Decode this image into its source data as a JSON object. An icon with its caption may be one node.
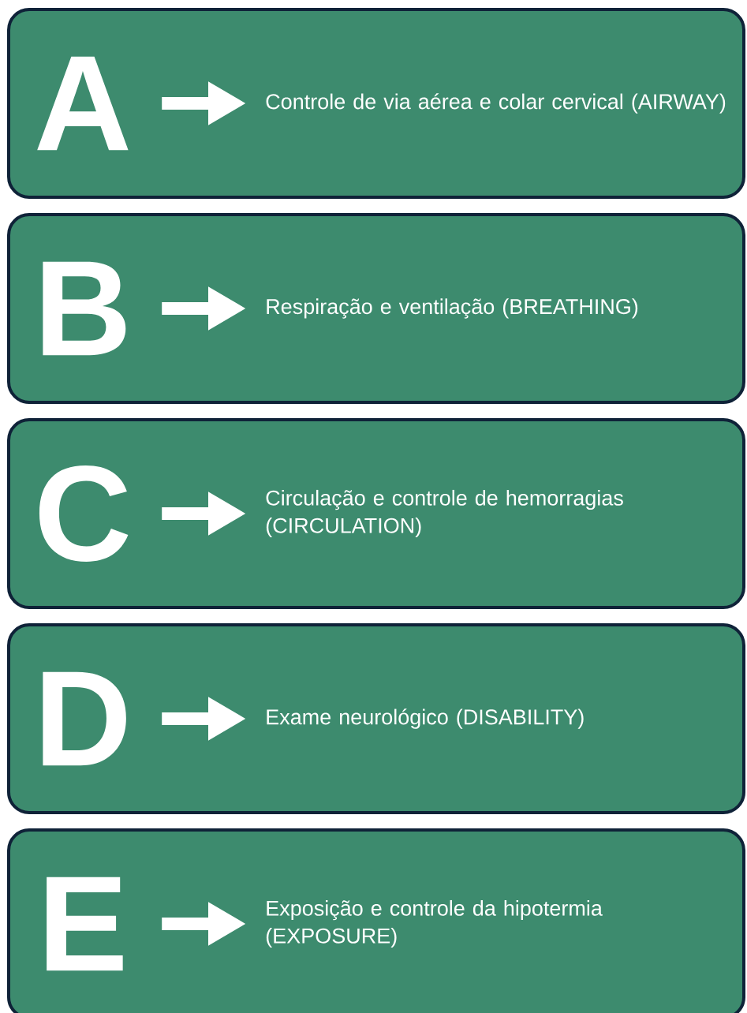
{
  "diagram": {
    "nodes": [
      {
        "text": [],
        "shape": "box"
      },
      {
        "text": [
          "A"
        ],
        "in": 0
      },
      {
        "text": [
          "Controle de via aérea e colar cervical (AIRWAY)"
        ],
        "in": 0
      },
      {
        "text": [],
        "shape": "box"
      },
      {
        "text": [
          "B"
        ],
        "in": 3
      },
      {
        "text": [
          "Respiração e ventilação (BREATHING)"
        ],
        "in": 3
      },
      {
        "text": [],
        "shape": "box"
      },
      {
        "text": [
          "C"
        ],
        "in": 6
      },
      {
        "text": [
          "Circulação e controle de hemorragias (CIRCULATION)"
        ],
        "in": 6
      },
      {
        "text": [],
        "shape": "box"
      },
      {
        "text": [
          "D"
        ],
        "in": 9
      },
      {
        "text": [
          "Exame neurológico (DISABILITY)"
        ],
        "in": 9
      },
      {
        "text": [],
        "shape": "box"
      },
      {
        "text": [
          "E"
        ],
        "in": 12
      },
      {
        "text": [
          "Exposição e controle da hipotermia (EXPOSURE)"
        ],
        "in": 12
      }
    ],
    "edges": [
      {
        "from": 1,
        "to": 2,
        "arrow": "to"
      },
      {
        "from": 4,
        "to": 5,
        "arrow": "to"
      },
      {
        "from": 7,
        "to": 8,
        "arrow": "to"
      },
      {
        "from": 10,
        "to": 11,
        "arrow": "to"
      },
      {
        "from": 13,
        "to": 14,
        "arrow": "to"
      }
    ]
  }
}
